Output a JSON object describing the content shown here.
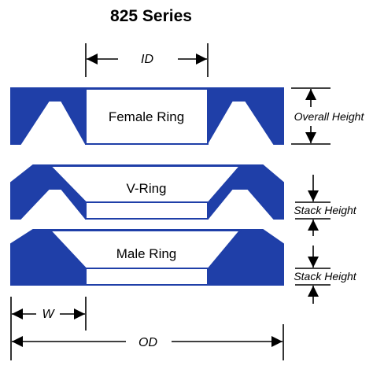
{
  "title": "825 Series",
  "colors": {
    "ring": "#1f3fa8",
    "line": "#000000"
  },
  "rings": {
    "female": "Female Ring",
    "v_ring": "V-Ring",
    "male": "Male Ring"
  },
  "dimensions": {
    "id": "ID",
    "od": "OD",
    "w": "W",
    "overall_height": "Overall Height",
    "stack_height": "Stack Height"
  }
}
